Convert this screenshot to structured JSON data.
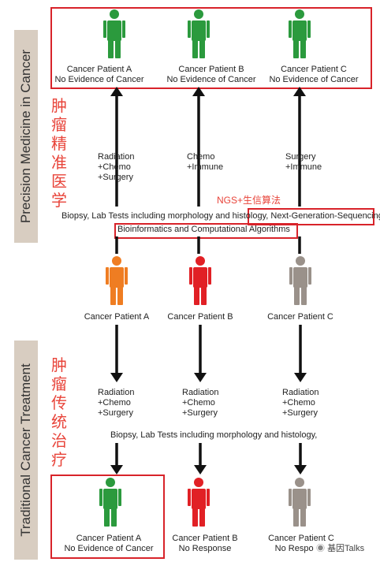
{
  "side_labels": {
    "top": "Precision Medicine in Cancer",
    "bottom": "Traditional Cancer Treatment",
    "zh_top": "肿瘤精准医学",
    "zh_bottom": "肿瘤传统治疗"
  },
  "colors": {
    "green": "#2b9a3d",
    "orange": "#ef7d22",
    "red": "#e12025",
    "gray": "#9a918a",
    "highlight": "#d8232a",
    "zh_red": "#e8443a"
  },
  "top_row": [
    {
      "name": "Cancer Patient A",
      "status": "No Evidence of Cancer",
      "color": "green"
    },
    {
      "name": "Cancer Patient B",
      "status": "No Evidence of Cancer",
      "color": "green"
    },
    {
      "name": "Cancer Patient C",
      "status": "No Evidence of Cancer",
      "color": "green"
    }
  ],
  "precision_treatments": [
    [
      "Radiation",
      "+Chemo",
      "+Surgery"
    ],
    [
      "Chemo",
      "+Immune"
    ],
    [
      "Surgery",
      "+Immune"
    ]
  ],
  "ngs_note": "NGS+生信算法",
  "precision_tests": {
    "part1": "Biopsy,  Lab Tests including morphology and histology, ",
    "part2": "Next-Generation-Sequencing,",
    "part3": "Bioinformatics and Computational Algorithms"
  },
  "middle_row": [
    {
      "name": "Cancer Patient A",
      "color": "orange"
    },
    {
      "name": "Cancer Patient B",
      "color": "red"
    },
    {
      "name": "Cancer Patient C",
      "color": "gray"
    }
  ],
  "traditional_treatments": [
    [
      "Radiation",
      "+Chemo",
      "+Surgery"
    ],
    [
      "Radiation",
      "+Chemo",
      "+Surgery"
    ],
    [
      "Radiation",
      "+Chemo",
      "+Surgery"
    ]
  ],
  "traditional_tests": "Biopsy,  Lab Tests including morphology and histology,",
  "bottom_row": [
    {
      "name": "Cancer Patient A",
      "status": "No Evidence of Cancer",
      "color": "green"
    },
    {
      "name": "Cancer Patient B",
      "status": "No Response",
      "color": "red"
    },
    {
      "name": "Cancer Patient C",
      "status": "No Response",
      "color": "gray"
    }
  ],
  "watermark": "基因Talks"
}
